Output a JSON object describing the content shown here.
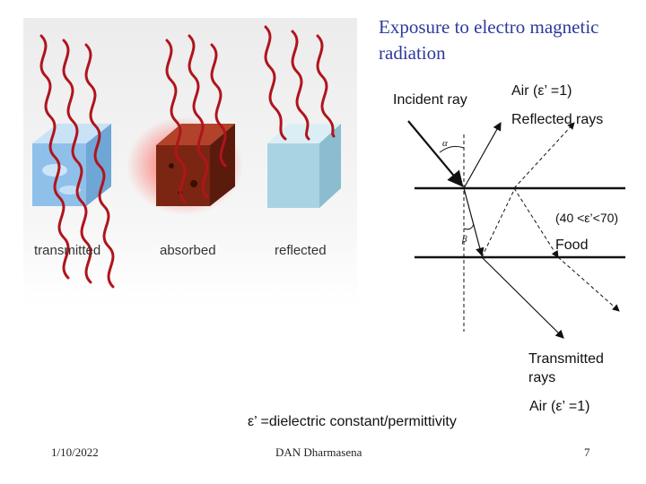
{
  "title": "Exposure to electro magnetic radiation",
  "illustration": {
    "captions": [
      "transmitted",
      "absorbed",
      "reflected"
    ]
  },
  "labels": {
    "incident_ray": "Incident ray",
    "air_top": "Air (ε’ =1)",
    "reflected_rays": "Reflected rays",
    "food_range": "(40 <ε’<70)",
    "food": "Food",
    "transmitted_rays": "Transmitted rays",
    "air_bottom": "Air (ε’ =1)",
    "alpha": "α",
    "beta": "β"
  },
  "definition": "ε’ =dielectric constant/permittivity",
  "footer": {
    "date": "1/10/2022",
    "author": "DAN Dharmasena",
    "page": "7"
  },
  "colors": {
    "title": "#2e3a9c",
    "wave": "#b0141c",
    "cube_transmit": "#8fc0ea",
    "cube_absorb": "#7a2612",
    "cube_reflect": "#a9d3e3"
  }
}
